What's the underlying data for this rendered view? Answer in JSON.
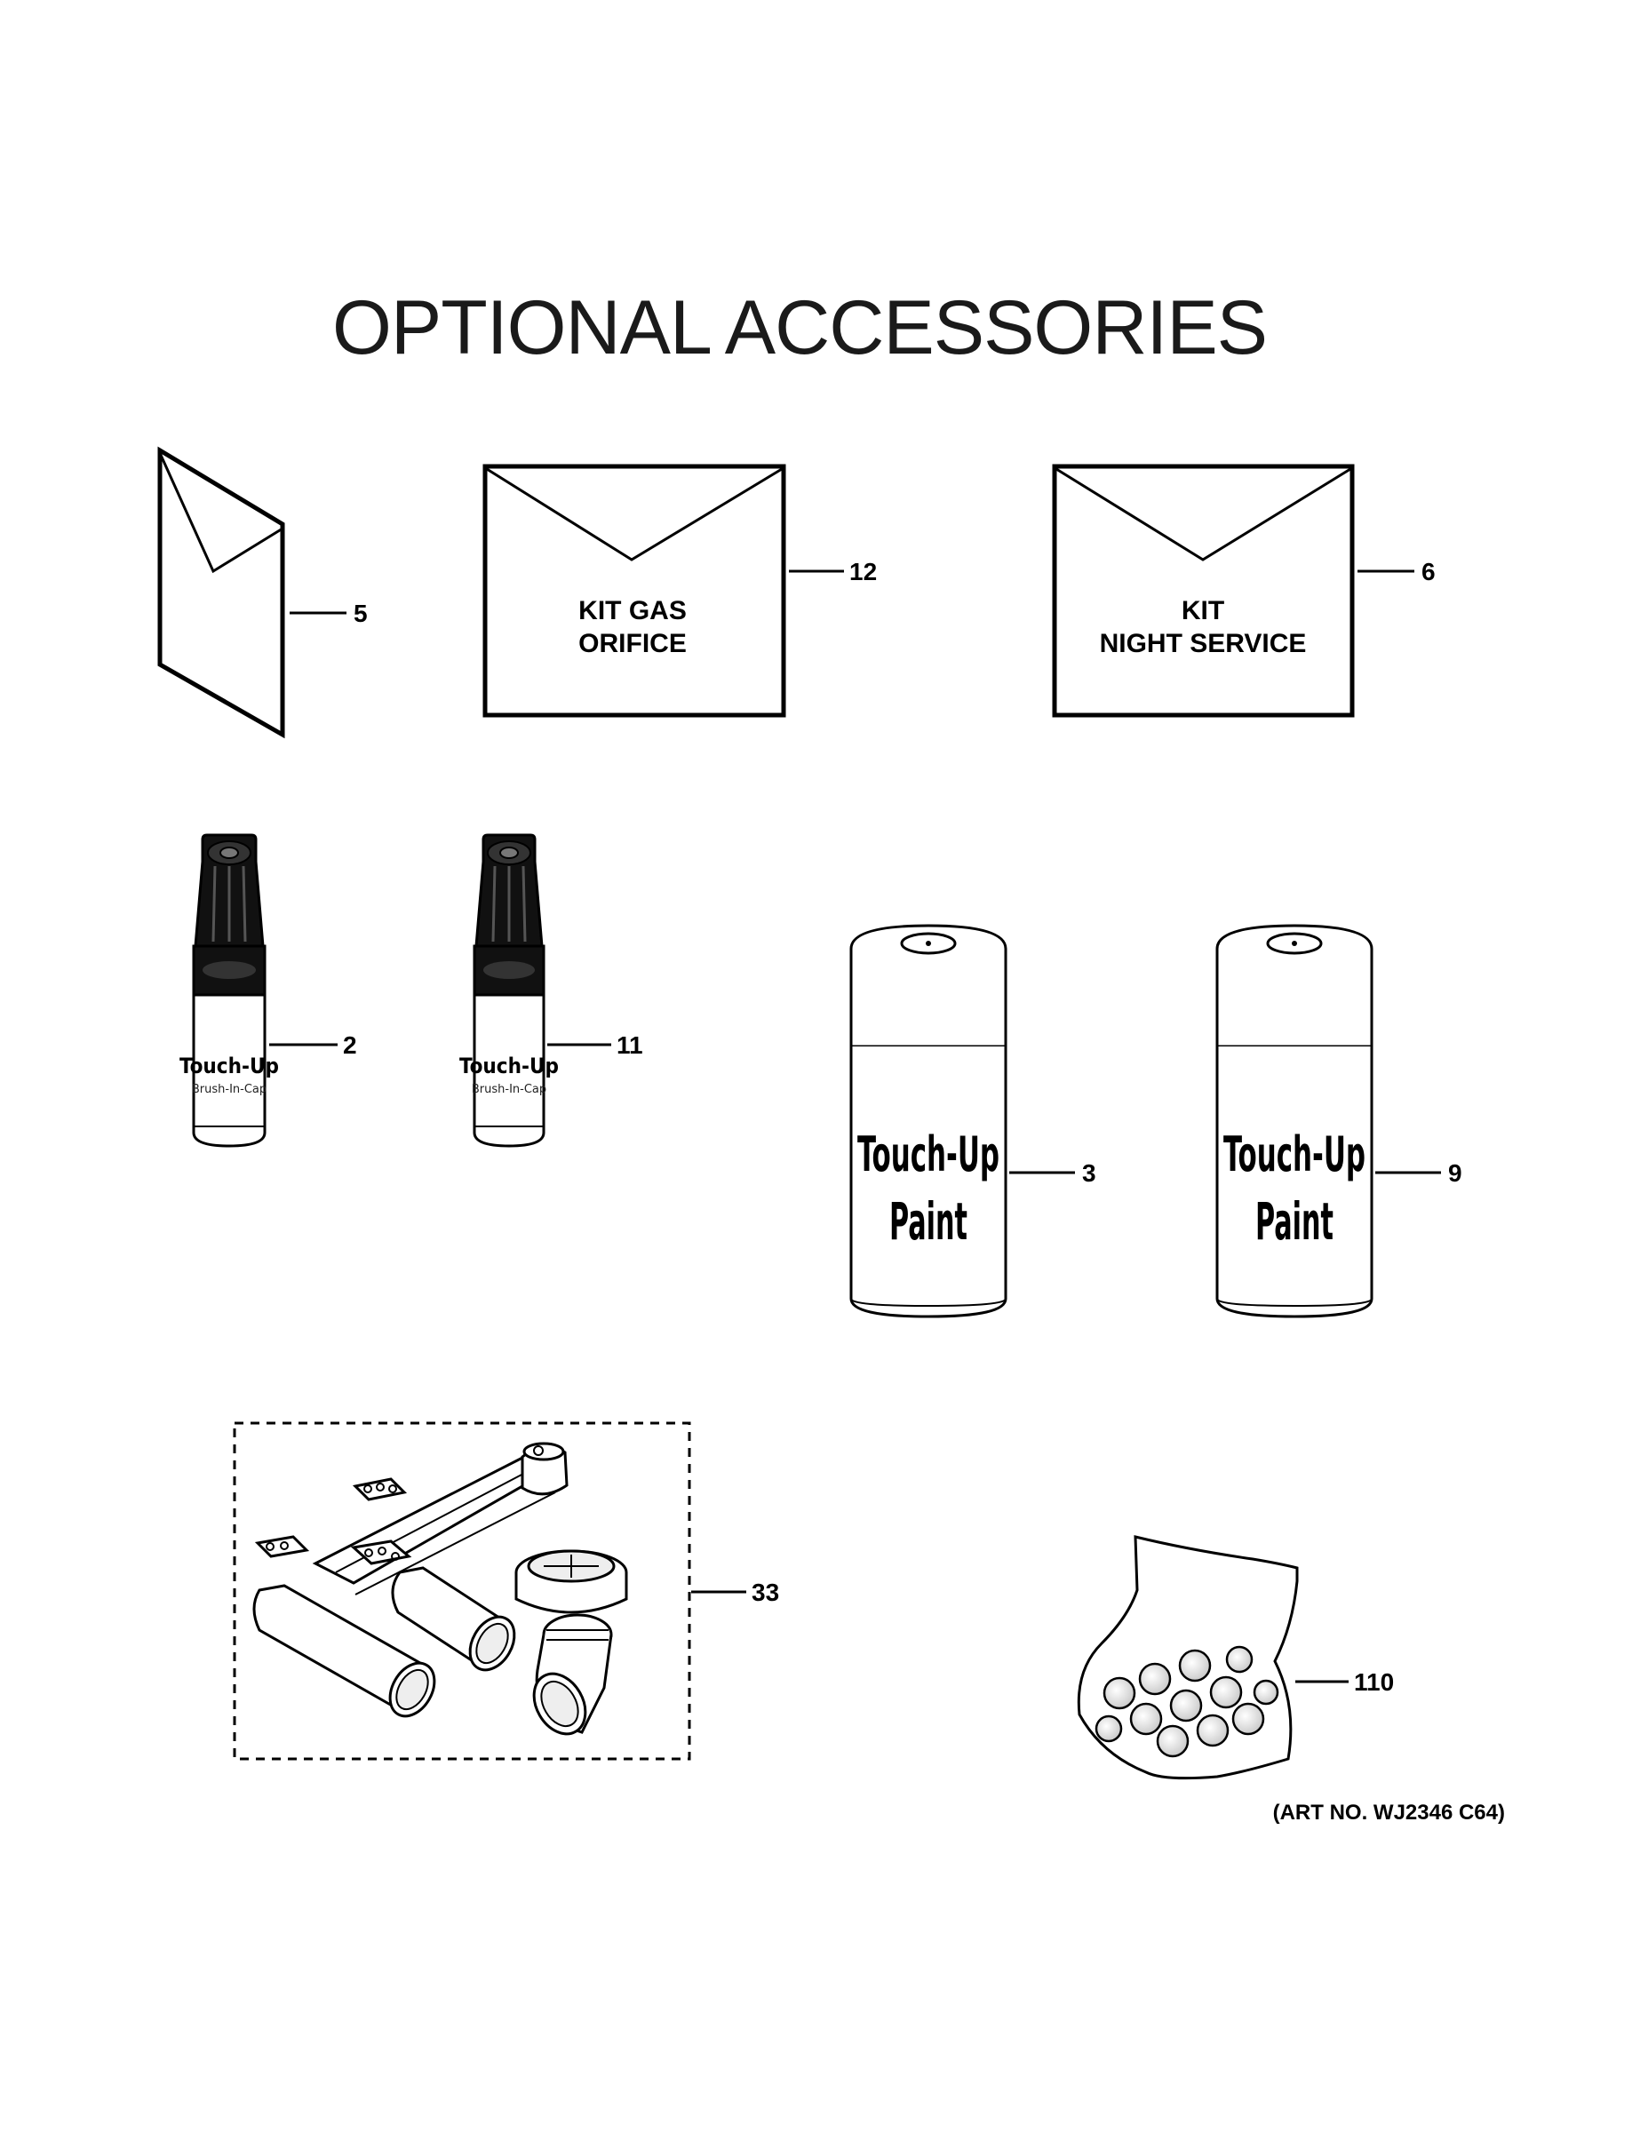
{
  "title": "OPTIONAL ACCESSORIES",
  "parts": {
    "manual": {
      "callout": "5"
    },
    "kit_gas_orifice": {
      "callout": "12",
      "line1": "KIT GAS",
      "line2": "ORIFICE"
    },
    "kit_night_service": {
      "callout": "6",
      "line1": "KIT",
      "line2": "NIGHT SERVICE"
    },
    "touchup_pen_a": {
      "callout": "2",
      "label": "Touch-Up",
      "sublabel": "Brush-In-Cap"
    },
    "touchup_pen_b": {
      "callout": "11",
      "label": "Touch-Up",
      "sublabel": "Brush-In-Cap"
    },
    "spray_can_a": {
      "callout": "3",
      "line1": "Touch-Up",
      "line2": "Paint"
    },
    "spray_can_b": {
      "callout": "9",
      "line1": "Touch-Up",
      "line2": "Paint"
    },
    "conversion_kit": {
      "callout": "33"
    },
    "screw_bag": {
      "callout": "110"
    }
  },
  "art_number": "(ART NO. WJ2346 C64)"
}
